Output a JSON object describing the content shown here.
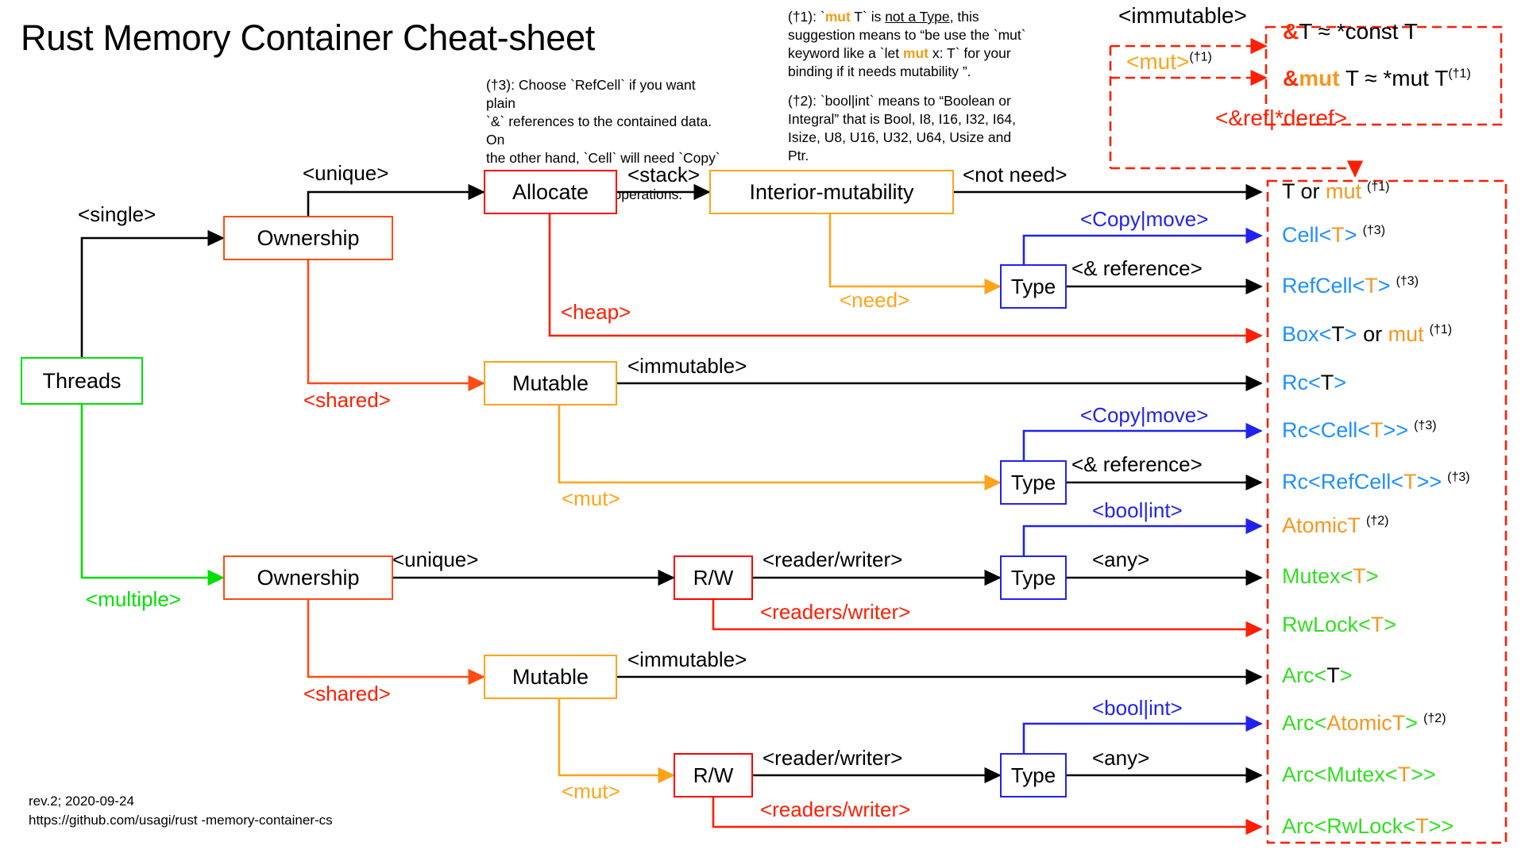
{
  "title": "Rust Memory Container Cheat-sheet",
  "revision": {
    "line1": "rev.2; 2020-09-24",
    "line2": "https://github.com/usagi/rust -memory-container-cs"
  },
  "notes": {
    "note3": {
      "id": "(†3):",
      "lines": [
        "(†3): Choose `RefCell` if you want plain",
        "`&` references to the contained data. On",
        "the other hand, `Cell` will need `Copy` or",
        "`.replace` and move operations."
      ]
    },
    "note1": {
      "line1_a": "(†1): `",
      "line1_mut": "mut",
      "line1_b": " T` is ",
      "line1_u": "not a Type",
      "line1_c": ", this",
      "line2": "suggestion means to “be use the `mut`",
      "line3_a": "keyword like a `let ",
      "line3_mut": "mut",
      "line3_b": " x: T` for your",
      "line4": "binding if it needs mutability ”."
    },
    "note2": {
      "line1": "(†2): `bool|int` means to “Boolean or",
      "line2": "Integral” that is Bool, I8, I16, I32, I64,",
      "line3": "Isize, U8, U16, U32, U64,  Usize and Ptr."
    }
  },
  "ref_box": {
    "immutable_label": "<immutable>",
    "mut_label": "<mut>",
    "mut_sup": "(†1)",
    "deref_label": "<&ref|*deref>",
    "row1": {
      "amp": "&",
      "rest": "T ≈ *const T"
    },
    "row2": {
      "amp": "&",
      "mut": "mut",
      "rest": " T ≈ *mut T",
      "sup": "(†1)"
    }
  },
  "nodes": {
    "threads": {
      "label": "Threads",
      "color": "#00E000"
    },
    "ownership_1": {
      "label": "Ownership",
      "color": "#FF4B14"
    },
    "allocate": {
      "label": "Allocate",
      "color": "#FF0000"
    },
    "interior_mut": {
      "label": "Interior-mutability",
      "color": "#FFA31A"
    },
    "type_1": {
      "label": "Type",
      "color": "#2222EE"
    },
    "mutable_1": {
      "label": "Mutable",
      "color": "#FFA31A"
    },
    "type_2": {
      "label": "Type",
      "color": "#2222EE"
    },
    "ownership_2": {
      "label": "Ownership",
      "color": "#FF4B14"
    },
    "rw_1": {
      "label": "R/W",
      "color": "#FF0000"
    },
    "type_3": {
      "label": "Type",
      "color": "#2222EE"
    },
    "mutable_2": {
      "label": "Mutable",
      "color": "#FFA31A"
    },
    "rw_2": {
      "label": "R/W",
      "color": "#FF0000"
    },
    "type_4": {
      "label": "Type",
      "color": "#2222EE"
    }
  },
  "edge_labels": {
    "single": "<single>",
    "multiple": "<multiple>",
    "unique_1": "<unique>",
    "shared_1": "<shared>",
    "stack": "<stack>",
    "heap": "<heap>",
    "not_need": "<not need>",
    "need": "<need>",
    "copy_move_1": "<Copy|move>",
    "ref_1": "<& reference>",
    "immutable_1": "<immutable>",
    "mut_1": "<mut>",
    "copy_move_2": "<Copy|move>",
    "ref_2": "<& reference>",
    "unique_2": "<unique>",
    "shared_2": "<shared>",
    "reader_writer_1": "<reader/writer>",
    "readers_writer_1": "<readers/writer>",
    "bool_int_1": "<bool|int>",
    "any_1": "<any>",
    "immutable_2": "<immutable>",
    "mut_2": "<mut>",
    "reader_writer_2": "<reader/writer>",
    "readers_writer_2": "<readers/writer>",
    "bool_int_2": "<bool|int>",
    "any_2": "<any>"
  },
  "results": [
    {
      "id": "t-or-mut",
      "parts": [
        {
          "t": "T or ",
          "c": "black"
        },
        {
          "t": "mut",
          "c": "orange"
        }
      ],
      "sup": "(†1)"
    },
    {
      "id": "cell",
      "parts": [
        {
          "t": "Cell<",
          "c": "blue"
        },
        {
          "t": "T",
          "c": "orange"
        },
        {
          "t": ">",
          "c": "blue"
        }
      ],
      "sup": "(†3)"
    },
    {
      "id": "refcell",
      "parts": [
        {
          "t": "RefCell<",
          "c": "blue"
        },
        {
          "t": "T",
          "c": "orange"
        },
        {
          "t": ">",
          "c": "blue"
        }
      ],
      "sup": "(†3)"
    },
    {
      "id": "box-or-mut",
      "parts": [
        {
          "t": "Box<",
          "c": "blue"
        },
        {
          "t": "T",
          "c": "black"
        },
        {
          "t": ">",
          "c": "blue"
        },
        {
          "t": " or ",
          "c": "black"
        },
        {
          "t": "mut",
          "c": "orange"
        }
      ],
      "sup": "(†1)"
    },
    {
      "id": "rc",
      "parts": [
        {
          "t": "Rc<",
          "c": "blue"
        },
        {
          "t": "T",
          "c": "black"
        },
        {
          "t": ">",
          "c": "blue"
        }
      ],
      "sup": ""
    },
    {
      "id": "rc-cell",
      "parts": [
        {
          "t": "Rc<Cell<",
          "c": "blue"
        },
        {
          "t": "T",
          "c": "orange"
        },
        {
          "t": ">>",
          "c": "blue"
        }
      ],
      "sup": "(†3)"
    },
    {
      "id": "rc-refcell",
      "parts": [
        {
          "t": "Rc<RefCell<",
          "c": "blue"
        },
        {
          "t": "T",
          "c": "orange"
        },
        {
          "t": ">>",
          "c": "blue"
        }
      ],
      "sup": "(†3)"
    },
    {
      "id": "atomict",
      "parts": [
        {
          "t": "AtomicT",
          "c": "orange"
        }
      ],
      "sup": "(†2)"
    },
    {
      "id": "mutex",
      "parts": [
        {
          "t": "Mutex<",
          "c": "green"
        },
        {
          "t": "T",
          "c": "orange"
        },
        {
          "t": ">",
          "c": "green"
        }
      ],
      "sup": ""
    },
    {
      "id": "rwlock",
      "parts": [
        {
          "t": "RwLock<",
          "c": "green"
        },
        {
          "t": "T",
          "c": "orange"
        },
        {
          "t": ">",
          "c": "green"
        }
      ],
      "sup": ""
    },
    {
      "id": "arc",
      "parts": [
        {
          "t": "Arc<",
          "c": "green"
        },
        {
          "t": "T",
          "c": "black"
        },
        {
          "t": ">",
          "c": "green"
        }
      ],
      "sup": ""
    },
    {
      "id": "arc-atomict",
      "parts": [
        {
          "t": "Arc<",
          "c": "green"
        },
        {
          "t": "AtomicT",
          "c": "orange"
        },
        {
          "t": ">",
          "c": "green"
        }
      ],
      "sup": "(†2)"
    },
    {
      "id": "arc-mutex",
      "parts": [
        {
          "t": "Arc<Mutex<",
          "c": "green"
        },
        {
          "t": "T",
          "c": "orange"
        },
        {
          "t": ">>",
          "c": "green"
        }
      ],
      "sup": ""
    },
    {
      "id": "arc-rwlock",
      "parts": [
        {
          "t": "Arc<RwLock<",
          "c": "green"
        },
        {
          "t": "T",
          "c": "orange"
        },
        {
          "t": ">>",
          "c": "green"
        }
      ],
      "sup": ""
    }
  ],
  "colors": {
    "black": "#000000",
    "red": "#FF1E00",
    "orangered": "#FF4B14",
    "orange": "#FFA31A",
    "blue": "#2222EE",
    "green": "#00E000",
    "result_blue": "#1E90FF",
    "result_orange": "#F5971E",
    "result_green": "#33DD22"
  }
}
